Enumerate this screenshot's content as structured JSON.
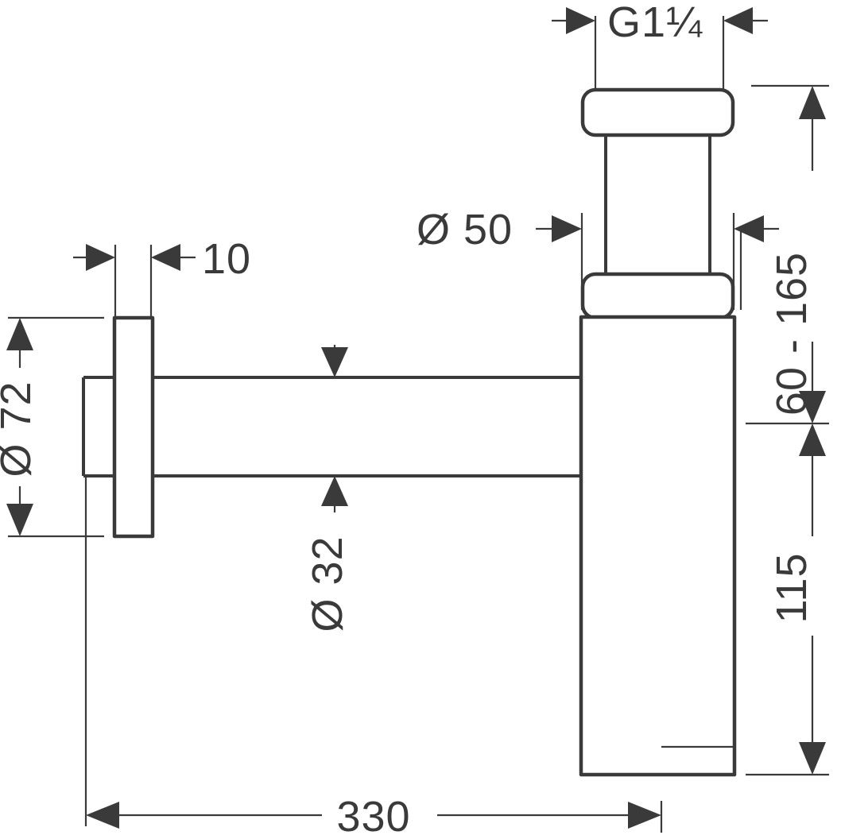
{
  "drawing": {
    "title": "Bottle trap technical dimension drawing",
    "units": "mm",
    "line_color": "#3a3a3a",
    "background_color": "#ffffff",
    "dimensions": {
      "thread_top": "G1¼",
      "body_diameter": "Ø 50",
      "flange_diameter": "Ø 72",
      "flange_thickness": "10",
      "pipe_diameter": "Ø 32",
      "height_adjust": "60 - 165",
      "body_height": "115",
      "overall_length": "330"
    }
  }
}
